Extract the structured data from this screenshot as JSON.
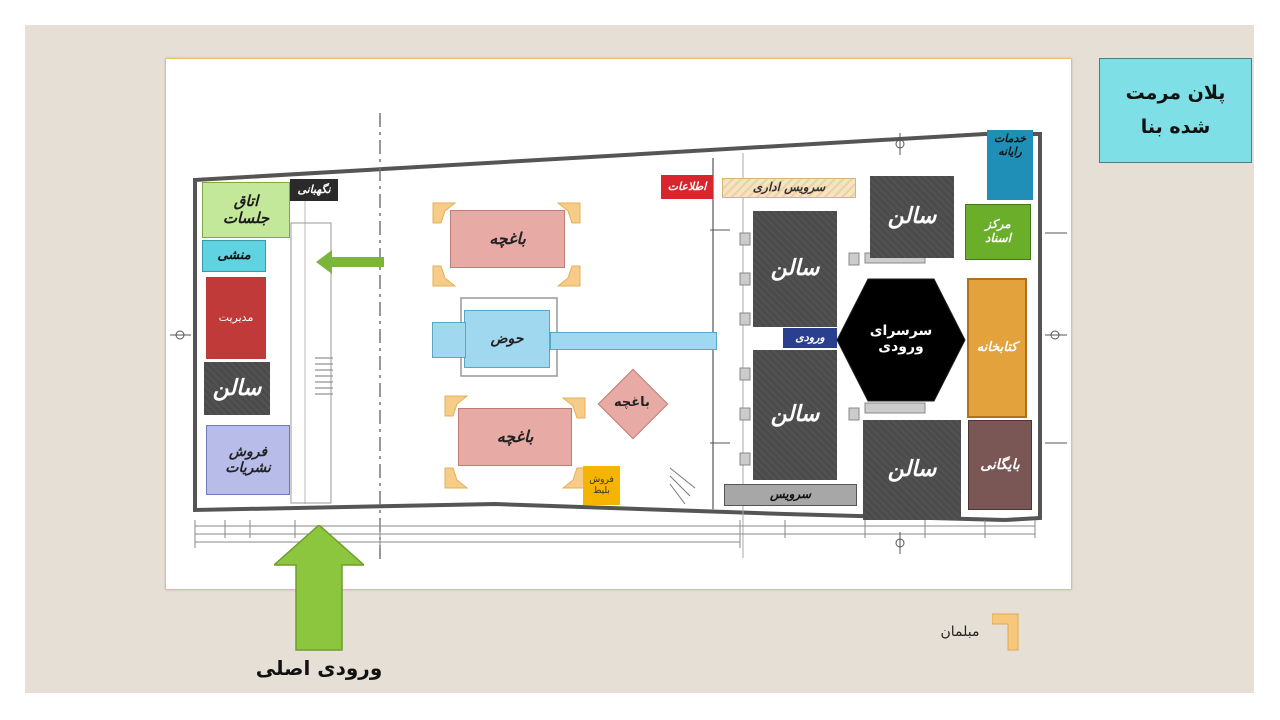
{
  "title": {
    "line1": "پلان مرمت",
    "line2": "شده بنا"
  },
  "rooms": {
    "meeting_room": "اتاق جلسات",
    "guard": "نگهبانی",
    "secretary": "منشی",
    "management": "مدیریت",
    "hall_left": "سالن",
    "publications_sale": "فروش نشریات",
    "garden_top": "باغچه",
    "pool": "حوض",
    "garden_bottom": "باغچه",
    "garden_diamond": "باغچه",
    "ticket_sale": "فروش بلیط",
    "information": "اطلاعات",
    "admin_service": "سرویس اداری",
    "hall_center_top": "سالن",
    "entrance": "ورودی",
    "hall_center_bottom": "سالن",
    "service": "سرویس",
    "entrance_lobby": "سرسرای ورودی",
    "hall_right_top": "سالن",
    "hall_right_bottom": "سالن",
    "computer_services": "خدمات رایانه",
    "document_center": "مرکز اسناد",
    "library": "کتابخانه",
    "archive": "بایگانی"
  },
  "legend": {
    "furniture": "مبلمان"
  },
  "main_entrance": "ورودی اصلی",
  "colors": {
    "background": "#e6dfd5",
    "title_box": "#7ee0e6",
    "hall": "#4b4b4b",
    "garden": "#e8aaa4",
    "pool": "#9fd8ef",
    "arrow": "#8cc63f",
    "library": "#e3a23c",
    "management": "#c03a3a",
    "information": "#d9262c"
  }
}
